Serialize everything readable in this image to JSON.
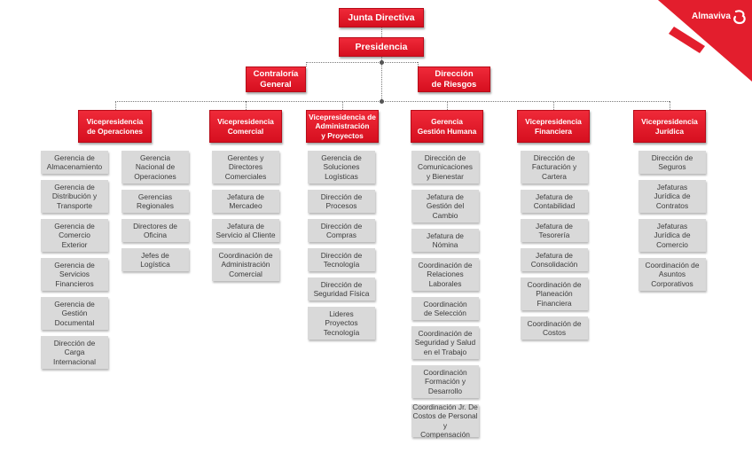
{
  "brand": {
    "name": "Almaviva"
  },
  "colors": {
    "accent": "#e31e2d",
    "box_gray": "#d9d9d9",
    "text_gray": "#3c3c3c"
  },
  "chart": {
    "top": {
      "board": "Junta Directiva",
      "presidency": "Presidencia",
      "staff": [
        {
          "id": "contraloria",
          "label": "Contraloría\nGeneral"
        },
        {
          "id": "riesgos",
          "label": "Dirección\nde Riesgos"
        }
      ]
    },
    "vps": [
      {
        "id": "operaciones",
        "label": "Vicepresidencia\nde Operaciones",
        "columns": [
          [
            "Gerencia de\nAlmacenamiento",
            "Gerencia de\nDistribución y\nTransporte",
            "Gerencia de\nComercio\nExterior",
            "Gerencia de\nServicios\nFinancieros",
            "Gerencia de\nGestión\nDocumental",
            "Dirección de\nCarga\nInternacional"
          ],
          [
            "Gerencia\nNacional de\nOperaciones",
            "Gerencias\nRegionales",
            "Directores de\nOficina",
            "Jefes de\nLogística"
          ]
        ]
      },
      {
        "id": "comercial",
        "label": "Vicepresidencia\nComercial",
        "columns": [
          [
            "Gerentes y\nDirectores\nComerciales",
            "Jefatura de\nMercadeo",
            "Jefatura de\nServicio al Cliente",
            "Coordinación de\nAdministración\nComercial"
          ]
        ]
      },
      {
        "id": "administracion",
        "label": "Vicepresidencia de\nAdministración\ny Proyectos",
        "columns": [
          [
            "Gerencia de\nSoluciones\nLogísticas",
            "Dirección de\nProcesos",
            "Dirección de\nCompras",
            "Dirección de\nTecnología",
            "Dirección de\nSeguridad Física",
            "Lideres\nProyectos\nTecnología"
          ]
        ]
      },
      {
        "id": "humana",
        "label": "Gerencia\nGestión Humana",
        "columns": [
          [
            "Dirección de\nComunicaciones\ny Bienestar",
            "Jefatura de\nGestión del\nCambio",
            "Jefatura de\nNómina",
            "Coordinación de\nRelaciones\nLaborales",
            "Coordinación\nde Selección",
            "Coordinación de\nSeguridad y Salud\nen el Trabajo",
            "Coordinación\nFormación y\nDesarrollo",
            "Coordinación Jr. De\nCostos de Personal y\nCompensación"
          ]
        ]
      },
      {
        "id": "financiera",
        "label": "Vicepresidencia\nFinanciera",
        "columns": [
          [
            "Dirección de\nFacturación y\nCartera",
            "Jefatura de\nContabilidad",
            "Jefatura de\nTesorería",
            "Jefatura de\nConsolidación",
            "Coordinación de\nPlaneación\nFinanciera",
            "Coordinación de\nCostos"
          ]
        ]
      },
      {
        "id": "juridica",
        "label": "Vicepresidencia\nJurídica",
        "columns": [
          [
            "Dirección de\nSeguros",
            "Jefaturas\nJurídica de\nContratos",
            "Jefaturas\nJurídica de\nComercio",
            "Coordinación de\nAsuntos\nCorporativos"
          ]
        ]
      }
    ]
  }
}
